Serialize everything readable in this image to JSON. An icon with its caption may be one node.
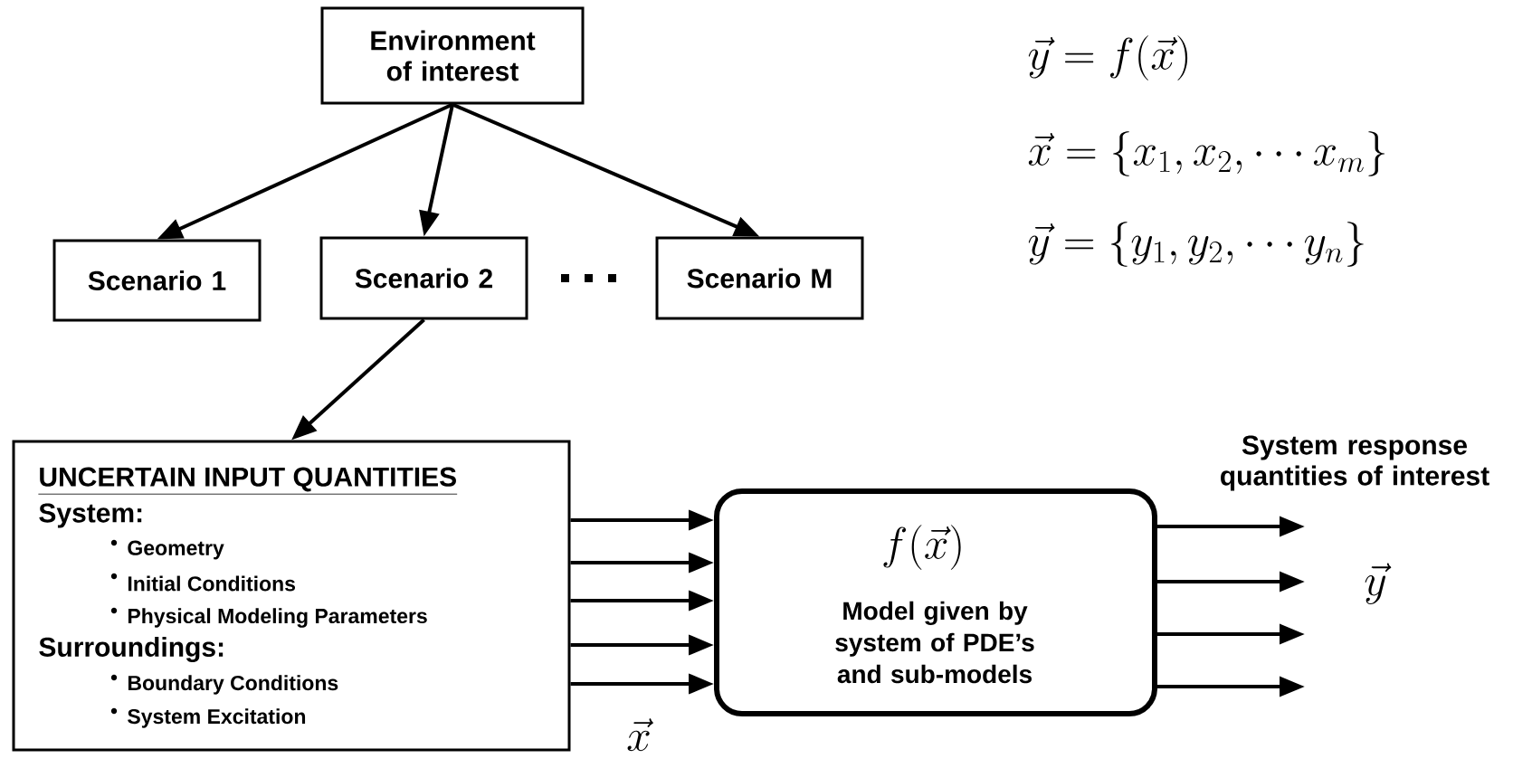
{
  "diagram": {
    "nodes": [
      {
        "text": [
          "Environment of interest"
        ]
      },
      {
        "text": [
          "Scenario 1"
        ]
      },
      {
        "text": [
          "Scenario 2"
        ]
      },
      {
        "text": [
          "Scenario M"
        ]
      },
      {
        "text": [
          "UNCERTAIN INPUT QUANTITIES",
          "System:",
          "Geometry",
          "Initial Conditions",
          "Physical Modeling Parameters",
          "Surroundings:",
          "Boundary Conditions",
          "System Excitation"
        ]
      },
      {
        "text": [
          "f(\\vec{x})",
          "Model given by system of PDE’s and sub-models"
        ]
      }
    ],
    "edges": [
      {
        "from": 0,
        "to": 1,
        "arrow": "to"
      },
      {
        "from": 0,
        "to": 2,
        "arrow": "to"
      },
      {
        "from": 0,
        "to": 3,
        "arrow": "to"
      },
      {
        "from": 2,
        "to": 4,
        "arrow": "to"
      },
      {
        "from": 4,
        "to": 5,
        "arrow": "to"
      },
      {
        "from": 4,
        "to": 5,
        "arrow": "to"
      },
      {
        "from": 4,
        "to": 5,
        "arrow": "to"
      },
      {
        "from": 4,
        "to": 5,
        "arrow": "to"
      },
      {
        "from": 4,
        "to": 5,
        "arrow": "to"
      },
      {
        "from": 5,
        "to": null,
        "arrow": "to"
      },
      {
        "from": 5,
        "to": null,
        "arrow": "to"
      },
      {
        "from": 5,
        "to": null,
        "arrow": "to"
      },
      {
        "from": 5,
        "to": null,
        "arrow": "to"
      }
    ],
    "labels": [
      "\\vec{y} = f(\\vec{x})",
      "\\vec{x} = \\left\\{ x_1, x_2, \\cdots x_m \\right\\}",
      "\\vec{y} = \\left\\{ y_1, y_2, \\cdots y_n \\right\\}",
      "System response quantities of interest",
      "\\vec{x}",
      "\\vec{y}"
    ]
  }
}
